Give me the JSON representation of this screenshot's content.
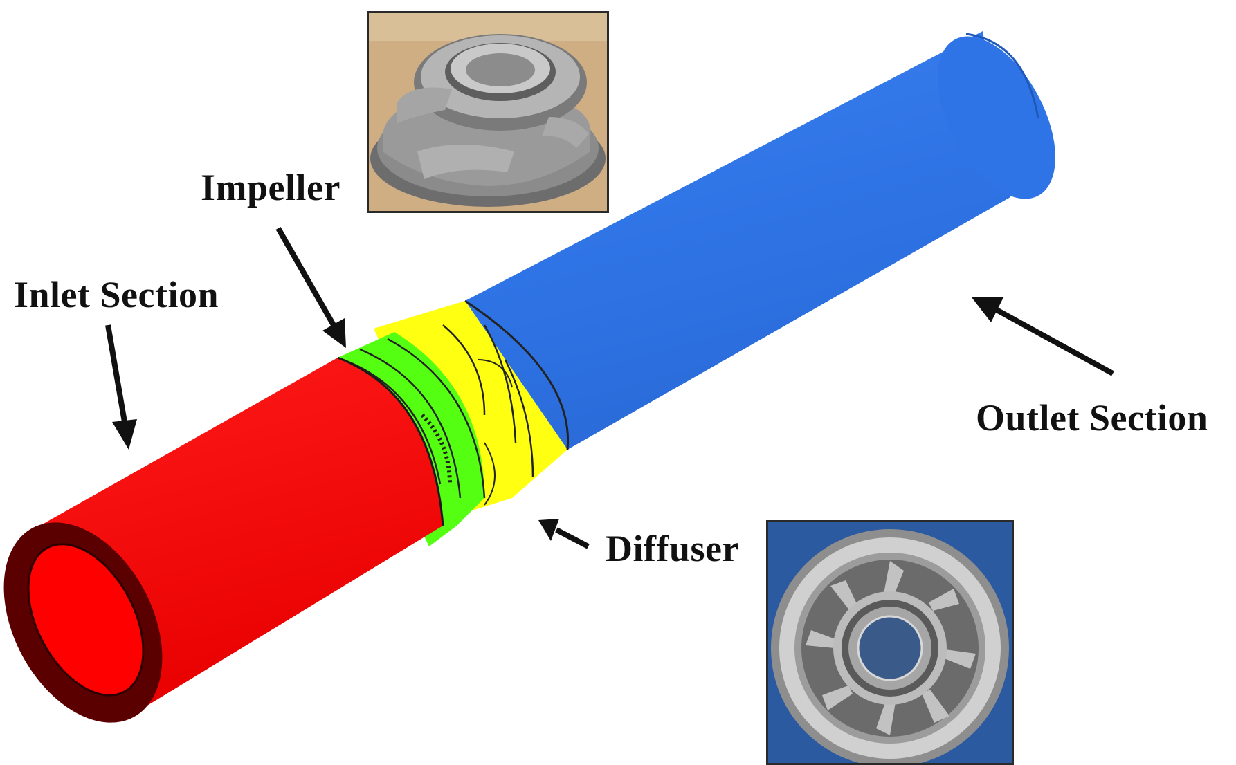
{
  "labels": {
    "inlet": "Inlet Section",
    "impeller": "Impeller",
    "outlet": "Outlet Section",
    "diffuser": "Diffuser"
  },
  "colors": {
    "inlet": "#ff0000",
    "inlet_dark": "#5a0000",
    "impeller": "#55ff11",
    "diffuser": "#ffff11",
    "outlet": "#2f74e6",
    "arrow": "#111111"
  },
  "photos": {
    "impeller": "impeller-photo",
    "diffuser": "diffuser-photo"
  }
}
